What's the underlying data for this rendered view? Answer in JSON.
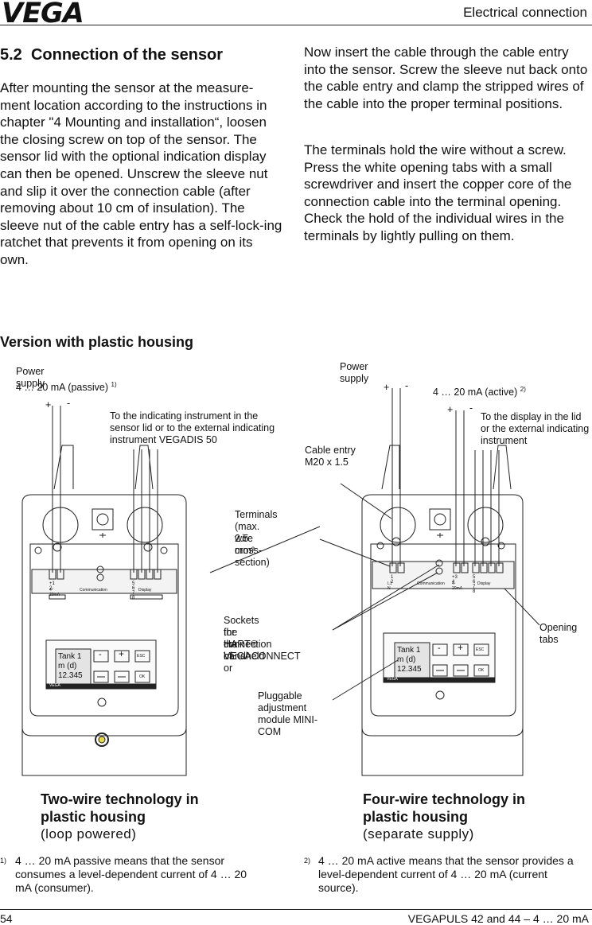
{
  "header": {
    "logo": "VEGA",
    "title": "Electrical connection"
  },
  "section": {
    "number": "5.2",
    "title": "Connection of the sensor"
  },
  "paragraphs": {
    "left": "After mounting the sensor at the measure-ment location according to the instructions in chapter \"4 Mounting and installation“, loosen the closing screw on top of the sensor. The sensor lid with the optional indication display can then be opened. Unscrew the sleeve nut and slip it over the connection cable (after removing about 10 cm of insulation). The sleeve nut of the cable entry has a self-lock-ing ratchet that prevents it from opening on its own.",
    "right1": "Now insert the cable through the cable entry into the sensor. Screw the sleeve nut back onto the cable entry and clamp the stripped wires of the cable into the proper terminal positions.",
    "right2": "The terminals hold the wire without a screw. Press the white opening tabs with a small screwdriver and insert the copper core of the connection cable into the terminal opening. Check the hold of the individual wires in the terminals by lightly pulling on them."
  },
  "subheading": "Version with plastic housing",
  "labels": {
    "power_left_1": "Power supply",
    "power_left_2": "4 … 20 mA (passive)",
    "power_left_fn": "1)",
    "to_indicating": "To the indicating instrument in the sensor lid or to the external indicating instrument VEGADIS 50",
    "power_right": "Power supply",
    "active": "4 … 20 mA (active)",
    "active_fn": "2)",
    "to_display": "To the display in the lid or the external indicating instrument",
    "cable_entry": "Cable entry M20 x 1.5",
    "terminals_1": "Terminals",
    "terminals_2": "(max. 2.5 mm²",
    "terminals_3": "wire cross-section)",
    "sockets_1": "Sockets for connection of",
    "sockets_2": "the HART® handheld or",
    "sockets_3": "the VEGACONNECT",
    "opening_tabs": "Opening tabs",
    "pluggable": "Pluggable adjustment module MINI-COM",
    "plus": "+",
    "minus": "-"
  },
  "module": {
    "line1": "Tank 1",
    "line2": "m (d)",
    "line3": "12.345",
    "minus": "-",
    "plus": "+",
    "esc": "ESC",
    "ok": "OK",
    "brand": "VEGA"
  },
  "terminal_strip": {
    "left_nums": "+1 2-",
    "left_sub": "4-20mA",
    "comm": "Communication",
    "disp_nums": "5 6 7 8",
    "disp": "Display",
    "right_nums": "1 2",
    "right_l": "L1 N",
    "right_sub": "+3 4",
    "right_sub2": "4-20mA"
  },
  "captions": {
    "left_title_1": "Two-wire technology in",
    "left_title_2": "plastic housing",
    "left_sub": "(loop powered)",
    "right_title_1": "Four-wire technology in",
    "right_title_2": "plastic housing",
    "right_sub": "(separate supply)"
  },
  "footnotes": {
    "fn1_mark": "1)",
    "fn1": "4 … 20 mA passive means that the sensor consumes a level-dependent current of 4 … 20 mA (consumer).",
    "fn2_mark": "2)",
    "fn2": "4 … 20 mA active means that the sensor provides a level-dependent current of 4 … 20 mA (current source)."
  },
  "footer": {
    "page": "54",
    "doc": "VEGAPULS 42 and 44 – 4 … 20 mA"
  }
}
